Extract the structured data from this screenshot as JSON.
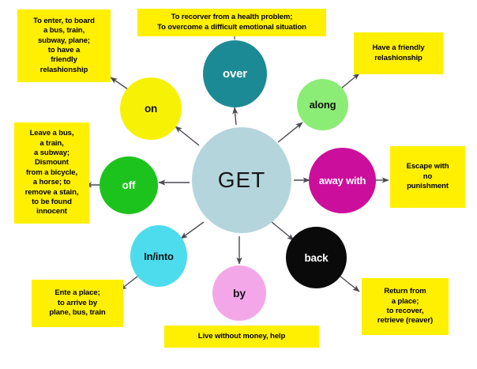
{
  "diagram": {
    "title": "GET",
    "hub": {
      "label": "GET",
      "color": "#b5d5dc",
      "text_color": "#15171a"
    },
    "bubbles": [
      {
        "id": "over",
        "label": "over",
        "color": "#1c8a95",
        "text_color": "#ffffff",
        "font_size": "15px"
      },
      {
        "id": "along",
        "label": "along",
        "color": "#8ced76",
        "text_color": "#111111",
        "font_size": "13px"
      },
      {
        "id": "away-with",
        "label": "away with",
        "color": "#cc0e9c",
        "text_color": "#ffffff",
        "font_size": "13px"
      },
      {
        "id": "back",
        "label": "back",
        "color": "#0a0a0a",
        "text_color": "#ffffff",
        "font_size": "13.5px"
      },
      {
        "id": "by",
        "label": "by",
        "color": "#f4a7e8",
        "text_color": "#1a1020",
        "font_size": "14px"
      },
      {
        "id": "in-into",
        "label": "In/into",
        "color": "#4ddced",
        "text_color": "#111111",
        "font_size": "13px"
      },
      {
        "id": "off",
        "label": "off",
        "color": "#1cc31c",
        "text_color": "#ffffff",
        "font_size": "13.5px"
      },
      {
        "id": "on",
        "label": "on",
        "color": "#f7f106",
        "text_color": "#111111",
        "font_size": "13.5px"
      }
    ],
    "notes": [
      {
        "id": "note-on",
        "text": "To enter, to board\na bus, train,\nsubway, plane;\nto have a\nfriendly\nrelashionship",
        "color": "#ffef00"
      },
      {
        "id": "note-over",
        "text": "To recorver from a health problem;\nTo overcome a difficult emotional situation",
        "color": "#ffef00"
      },
      {
        "id": "note-along",
        "text": "Have a friendly\nrelashionship",
        "color": "#ffef00"
      },
      {
        "id": "note-away-with",
        "text": "Escape with\nno\npunishment",
        "color": "#ffef00"
      },
      {
        "id": "note-back",
        "text": "Return from\na place;\nto recover,\nretrieve (reaver)",
        "color": "#ffef00"
      },
      {
        "id": "note-by",
        "text": "Live without money, help",
        "color": "#ffef00"
      },
      {
        "id": "note-in-into",
        "text": "Ente a place;\nto arrive by\nplane, bus, train",
        "color": "#ffef00"
      },
      {
        "id": "note-off",
        "text": "Leave a bus,\na train,\na subway;\nDismount\nfrom a bicycle,\na horse; to\nremove a stain,\nto be found\ninnocent",
        "color": "#ffef00"
      }
    ],
    "connector_color": "#4a4a52"
  }
}
